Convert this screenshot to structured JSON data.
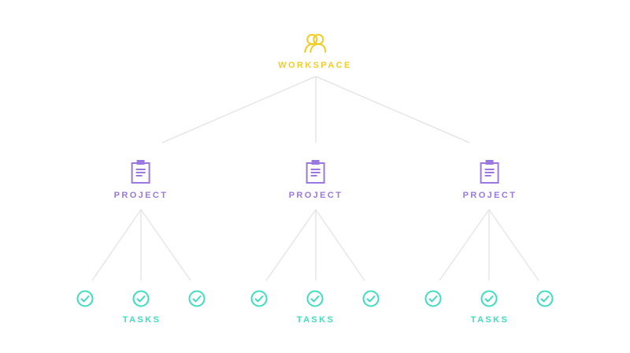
{
  "colors": {
    "workspace": "#F2CD1F",
    "project": "#9B78E0",
    "task": "#3FDDC0",
    "line": "#E6E6E6"
  },
  "workspace": {
    "label": "WORKSPACE",
    "icon": "users-icon"
  },
  "projects": [
    {
      "label": "PROJECT",
      "icon": "clipboard-icon",
      "tasks_label": "TASKS",
      "tasks": [
        "check-circle-icon",
        "check-circle-icon",
        "check-circle-icon"
      ]
    },
    {
      "label": "PROJECT",
      "icon": "clipboard-icon",
      "tasks_label": "TASKS",
      "tasks": [
        "check-circle-icon",
        "check-circle-icon",
        "check-circle-icon"
      ]
    },
    {
      "label": "PROJECT",
      "icon": "clipboard-icon",
      "tasks_label": "TASKS",
      "tasks": [
        "check-circle-icon",
        "check-circle-icon",
        "check-circle-icon"
      ]
    }
  ]
}
